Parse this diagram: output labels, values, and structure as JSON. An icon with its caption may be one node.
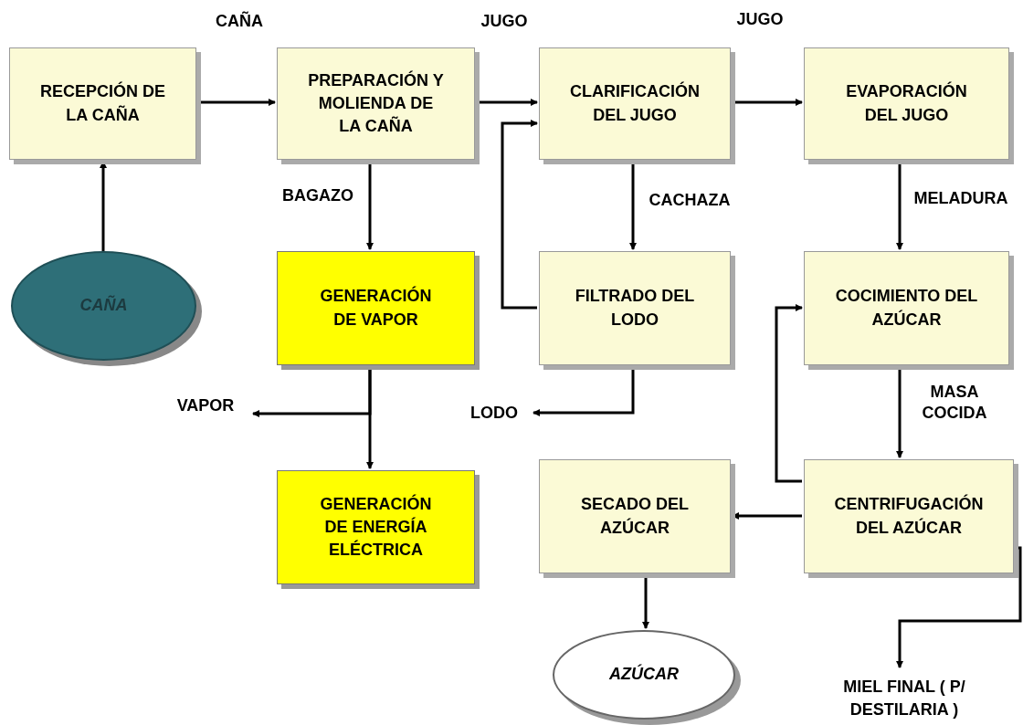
{
  "diagram": {
    "nodes": [
      {
        "text": [
          "RECEPCIÓN DE LA CAÑA"
        ]
      },
      {
        "text": [
          "PREPARACIÓN Y MOLIENDA DE LA CAÑA"
        ]
      },
      {
        "text": [
          "CLARIFICACIÓN DEL JUGO"
        ]
      },
      {
        "text": [
          "EVAPORACIÓN DEL JUGO"
        ]
      },
      {
        "text": [
          "CAÑA"
        ]
      },
      {
        "text": [
          "GENERACIÓN DE VAPOR"
        ]
      },
      {
        "text": [
          "FILTRADO DEL LODO"
        ]
      },
      {
        "text": [
          "COCIMIENTO DEL AZÚCAR"
        ]
      },
      {
        "text": [
          "VAPOR"
        ]
      },
      {
        "text": [
          "LODO"
        ]
      },
      {
        "text": [
          "GENERACIÓN DE ENERGÍA ELÉCTRICA"
        ]
      },
      {
        "text": [
          "SECADO DEL AZÚCAR"
        ]
      },
      {
        "text": [
          "CENTRIFUGACIÓN DEL AZÚCAR"
        ]
      },
      {
        "text": [
          "AZÚCAR"
        ]
      },
      {
        "text": [
          "MIEL FINAL ( P/ DESTILARIA )"
        ]
      }
    ],
    "edges": [
      {
        "from": 4,
        "to": 0,
        "arrow": "to"
      },
      {
        "from": 0,
        "to": 1,
        "arrow": "to",
        "label": "CAÑA"
      },
      {
        "from": 1,
        "to": 2,
        "arrow": "to",
        "label": "JUGO"
      },
      {
        "from": 2,
        "to": 3,
        "arrow": "to",
        "label": "JUGO"
      },
      {
        "from": 1,
        "to": 5,
        "arrow": "to",
        "label": "BAGAZO"
      },
      {
        "from": 2,
        "to": 6,
        "arrow": "to",
        "label": "CACHAZA"
      },
      {
        "from": 3,
        "to": 7,
        "arrow": "to",
        "label": "MELADURA"
      },
      {
        "from": 6,
        "to": 2,
        "arrow": "to"
      },
      {
        "from": 5,
        "to": 8,
        "arrow": "to"
      },
      {
        "from": 5,
        "to": 10,
        "arrow": "to"
      },
      {
        "from": 6,
        "to": 9,
        "arrow": "to"
      },
      {
        "from": 7,
        "to": 12,
        "arrow": "to",
        "label": "MASA COCIDA"
      },
      {
        "from": 12,
        "to": 7,
        "arrow": "to"
      },
      {
        "from": 12,
        "to": 11,
        "arrow": "to"
      },
      {
        "from": 11,
        "to": 13,
        "arrow": "to"
      },
      {
        "from": 12,
        "to": 14,
        "arrow": "to"
      }
    ]
  }
}
